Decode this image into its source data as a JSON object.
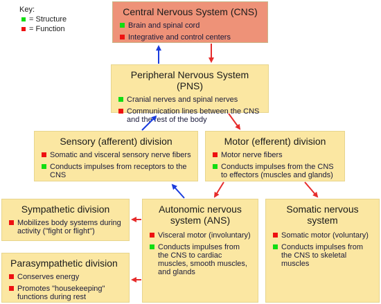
{
  "key": {
    "title": "Key:",
    "structure": "= Structure",
    "function": "= Function",
    "colors": {
      "structure": "#11dd11",
      "function": "#ee1111"
    }
  },
  "cns": {
    "title": "Central Nervous System (CNS)",
    "items": [
      {
        "type": "structure",
        "text": "Brain and spinal cord"
      },
      {
        "type": "function",
        "text": "Integrative and control centers"
      }
    ]
  },
  "pns": {
    "title": "Peripheral Nervous System (PNS)",
    "items": [
      {
        "type": "structure",
        "text": "Cranial nerves and spinal nerves"
      },
      {
        "type": "function",
        "text": "Communication lines between the CNS and the rest of the body"
      }
    ]
  },
  "sensory": {
    "title": "Sensory (afferent) division",
    "items": [
      {
        "type": "function",
        "text": "Somatic and visceral sensory nerve fibers"
      },
      {
        "type": "structure",
        "text": "Conducts impulses from receptors to the CNS"
      }
    ]
  },
  "motor": {
    "title": "Motor (efferent) division",
    "items": [
      {
        "type": "function",
        "text": "Motor nerve fibers"
      },
      {
        "type": "structure",
        "text": "Conducts impulses from the CNS to effectors (muscles and glands)"
      }
    ]
  },
  "sympathetic": {
    "title": "Sympathetic division",
    "items": [
      {
        "type": "function",
        "text": "Mobilizes body systems during activity (\"fight or flight\")"
      }
    ]
  },
  "parasympathetic": {
    "title": "Parasympathetic division",
    "items": [
      {
        "type": "function",
        "text": "Conserves energy"
      },
      {
        "type": "function",
        "text": "Promotes \"housekeeping\" functions during rest"
      }
    ]
  },
  "autonomic": {
    "title": "Autonomic nervous system (ANS)",
    "items": [
      {
        "type": "function",
        "text": "Visceral motor (involuntary)"
      },
      {
        "type": "structure",
        "text": "Conducts impulses from the CNS to cardiac muscles, smooth muscles, and glands"
      }
    ]
  },
  "somatic": {
    "title": "Somatic nervous system",
    "items": [
      {
        "type": "function",
        "text": "Somatic motor (voluntary)"
      },
      {
        "type": "structure",
        "text": "Conducts impulses from the CNS to skeletal muscles"
      }
    ]
  },
  "arrow_colors": {
    "afferent": "#1a3cdd",
    "efferent": "#e62c2c"
  }
}
